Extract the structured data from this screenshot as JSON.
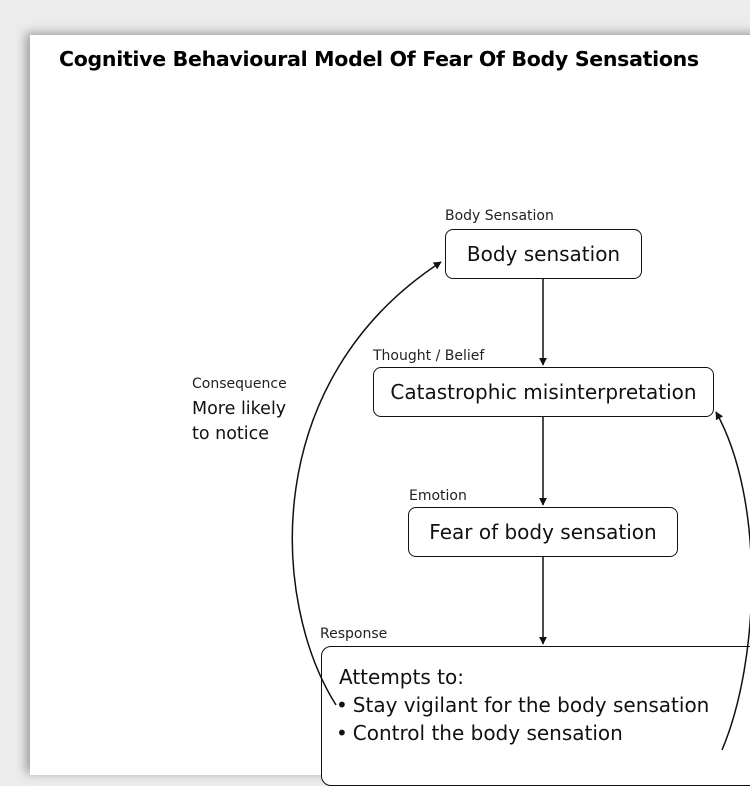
{
  "title": "Cognitive Behavioural Model Of Fear Of Body Sensations",
  "nodes": {
    "body_sensation": {
      "category": "Body Sensation",
      "text": "Body sensation"
    },
    "thought": {
      "category": "Thought / Belief",
      "text": "Catastrophic misinterpretation"
    },
    "emotion": {
      "category": "Emotion",
      "text": "Fear of body sensation"
    },
    "response": {
      "category": "Response",
      "heading": "Attempts to:",
      "items": [
        "Stay vigilant for the body sensation",
        "Control the body sensation"
      ]
    }
  },
  "consequence": {
    "category": "Consequence",
    "line1": "More likely",
    "line2": "to notice"
  }
}
